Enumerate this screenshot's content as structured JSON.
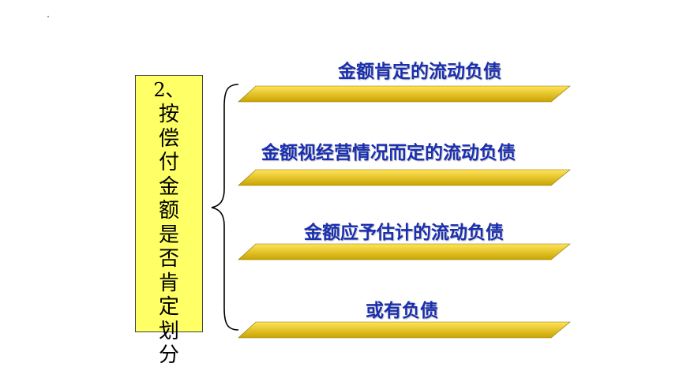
{
  "left_box": {
    "heading": "2、",
    "chars": [
      "按",
      "偿",
      "付",
      "金",
      "额",
      "是",
      "否",
      "肯",
      "定",
      "划",
      "分"
    ]
  },
  "items": [
    {
      "label": "金额肯定的流动负债"
    },
    {
      "label": "金额视经营情况而定的流动负债"
    },
    {
      "label": "金额应予估计的流动负债"
    },
    {
      "label": "或有负债"
    }
  ],
  "colors": {
    "box_fill": "#ffff66",
    "label_text": "#1a2fb0",
    "bar_light": "#ffe45a",
    "bar_dark": "#c9a400"
  }
}
